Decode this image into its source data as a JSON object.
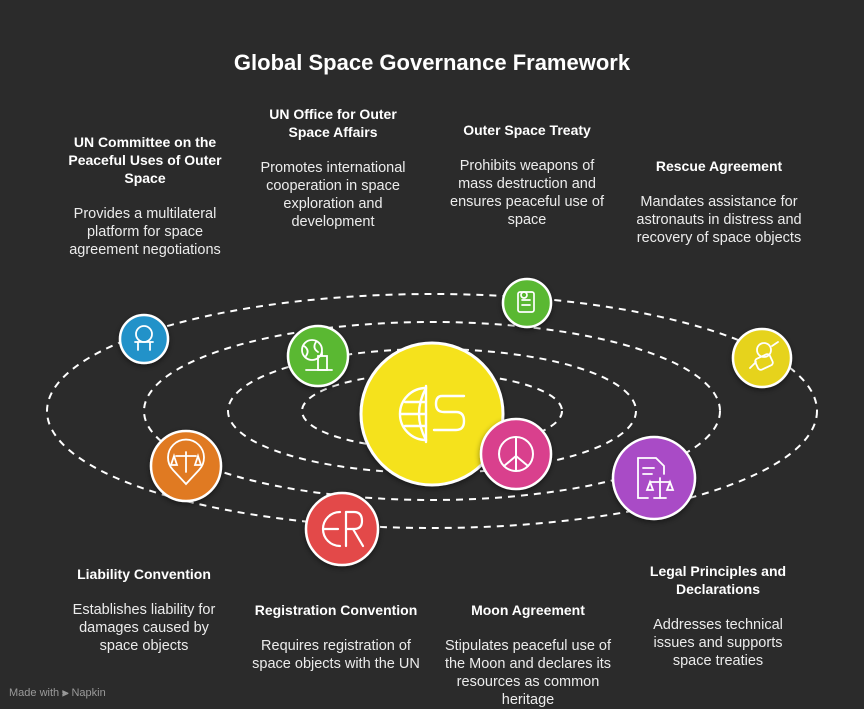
{
  "title": "Global Space Governance Framework",
  "credit": {
    "prefix": "Made with",
    "brand": "Napkin"
  },
  "colors": {
    "background": "#2b2b2b",
    "center": "#f5e21b",
    "blue": "#2492c9",
    "green": "#5ab830",
    "yellow": "#e6d31a",
    "orange": "#e07a24",
    "red": "#e34a48",
    "pink": "#d93f8d",
    "purple": "#a94bc6"
  },
  "items": {
    "copuos": {
      "heading": "UN Committee on the Peaceful Uses of Outer Space",
      "body": "Provides a multilateral platform for space agreement negotiations",
      "icon": "chair-icon"
    },
    "unoosa": {
      "heading": "UN Office for Outer Space Affairs",
      "body": "Promotes international cooperation in space exploration and development",
      "icon": "globe-city-icon"
    },
    "ost": {
      "heading": "Outer Space Treaty",
      "body": "Prohibits weapons of mass destruction and ensures peaceful use of space",
      "icon": "treaty-scroll-icon"
    },
    "rescue": {
      "heading": "Rescue Agreement",
      "body": "Mandates assistance for astronauts in distress and recovery of space objects",
      "icon": "astronaut-icon"
    },
    "liability": {
      "heading": "Liability Convention",
      "body": "Establishes liability for damages caused by space objects",
      "icon": "scales-pin-icon"
    },
    "registration": {
      "heading": "Registration Convention",
      "body": "Requires registration of space objects with the UN",
      "icon": "registration-icon"
    },
    "moon": {
      "heading": "Moon Agreement",
      "body": "Stipulates peaceful use of the Moon and declares its resources as common heritage",
      "icon": "peace-icon"
    },
    "legal": {
      "heading": "Legal Principles and Declarations",
      "body": "Addresses technical issues and supports space treaties",
      "icon": "legal-document-icon"
    }
  }
}
